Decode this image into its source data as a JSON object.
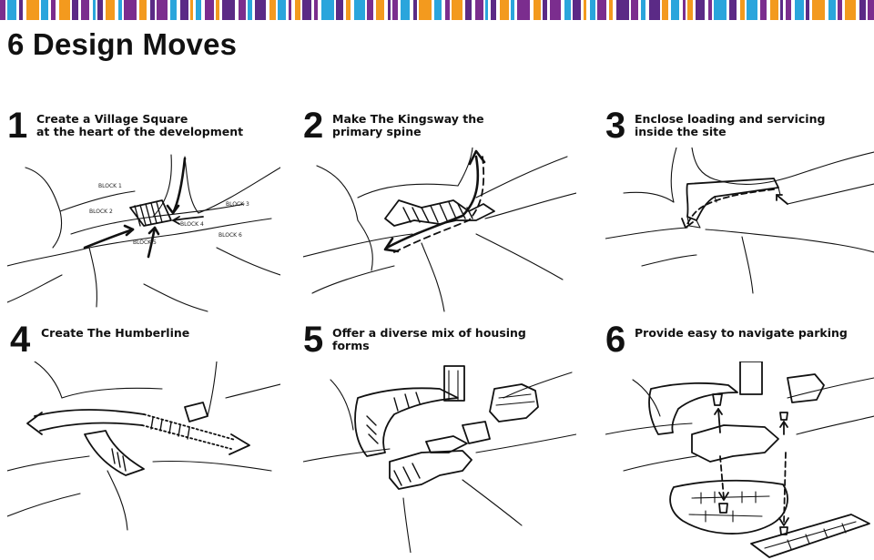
{
  "title": "6 Design Moves",
  "stripe_colors": [
    "#7b2d8e",
    "#e0378f",
    "#f39a1e",
    "#8cc63f",
    "#2aa5dc",
    "#f5d20a",
    "#5b2a86",
    "#ffffff"
  ],
  "moves": [
    {
      "number": "1",
      "caption_lines": [
        "Create a Village Square",
        "at the heart of the development"
      ],
      "block_labels": [
        "BLOCK 1",
        "BLOCK 2",
        "BLOCK 3",
        "BLOCK 4",
        "BLOCK 5",
        "BLOCK 6"
      ]
    },
    {
      "number": "2",
      "caption_lines": [
        "Make The Kingsway the",
        "primary  spine"
      ]
    },
    {
      "number": "3",
      "caption_lines": [
        "Enclose loading and servicing",
        "inside the site"
      ]
    },
    {
      "number": "4",
      "caption_lines": [
        "Create The Humberline"
      ]
    },
    {
      "number": "5",
      "caption_lines": [
        "Offer a diverse mix of housing",
        "forms"
      ]
    },
    {
      "number": "6",
      "caption_lines": [
        "Provide easy to navigate parking"
      ]
    }
  ]
}
